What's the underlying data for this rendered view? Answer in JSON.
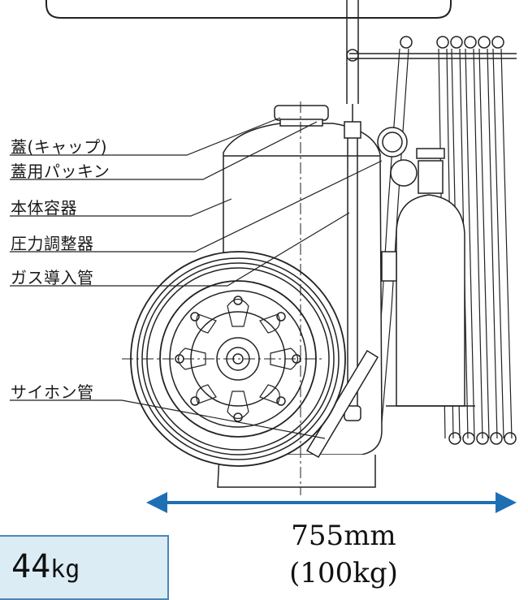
{
  "labels": [
    "蓋(キャップ)",
    "蓋用パッキン",
    "本体容器",
    "圧力調整器",
    "ガス導入管",
    "サイホン管"
  ],
  "dimension": {
    "width": "755mm",
    "weight": "(100kg)"
  },
  "weight_box": {
    "value": "44",
    "unit": "kg"
  },
  "colors": {
    "arrow": "#1f6fb5",
    "box_fill": "#dcecf5",
    "box_border": "#4a86b8",
    "line": "#222222"
  }
}
